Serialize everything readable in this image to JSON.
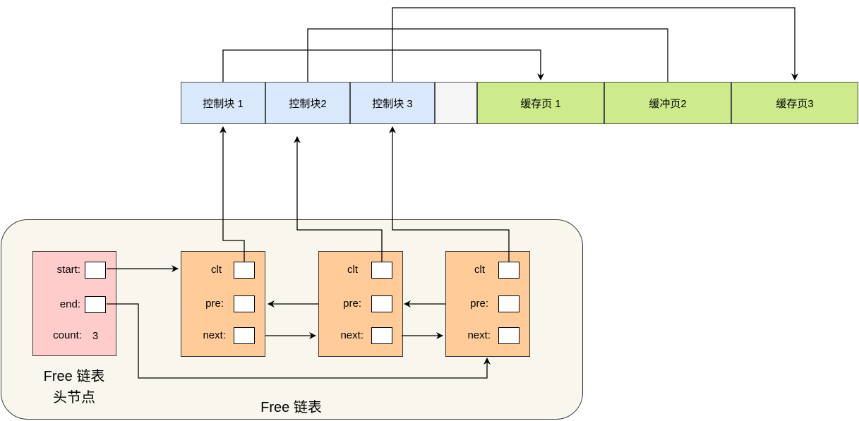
{
  "buffer_pool": {
    "segments": [
      "控制块 1",
      "控制块2",
      "控制块 3",
      "",
      "缓存页 1",
      "缓冲页2",
      "缓存页3"
    ]
  },
  "free_list": {
    "title": "Free 链表",
    "head": {
      "caption_line1": "Free 链表",
      "caption_line2": "头节点",
      "start_label": "start:",
      "end_label": "end:",
      "count_label": "count:",
      "count_value": "3"
    },
    "nodes": [
      {
        "ctl_label": "clt",
        "pre_label": "pre:",
        "next_label": "next:"
      },
      {
        "ctl_label": "clt",
        "pre_label": "pre:",
        "next_label": "next:"
      },
      {
        "ctl_label": "clt",
        "pre_label": "pre:",
        "next_label": "next:"
      }
    ]
  },
  "colors": {
    "control_block": "#dae8fc",
    "cache_page": "#cdeb8b",
    "head_node": "#ffcccc",
    "list_node": "#ffcc99",
    "group_background": "#f9f7ed"
  }
}
